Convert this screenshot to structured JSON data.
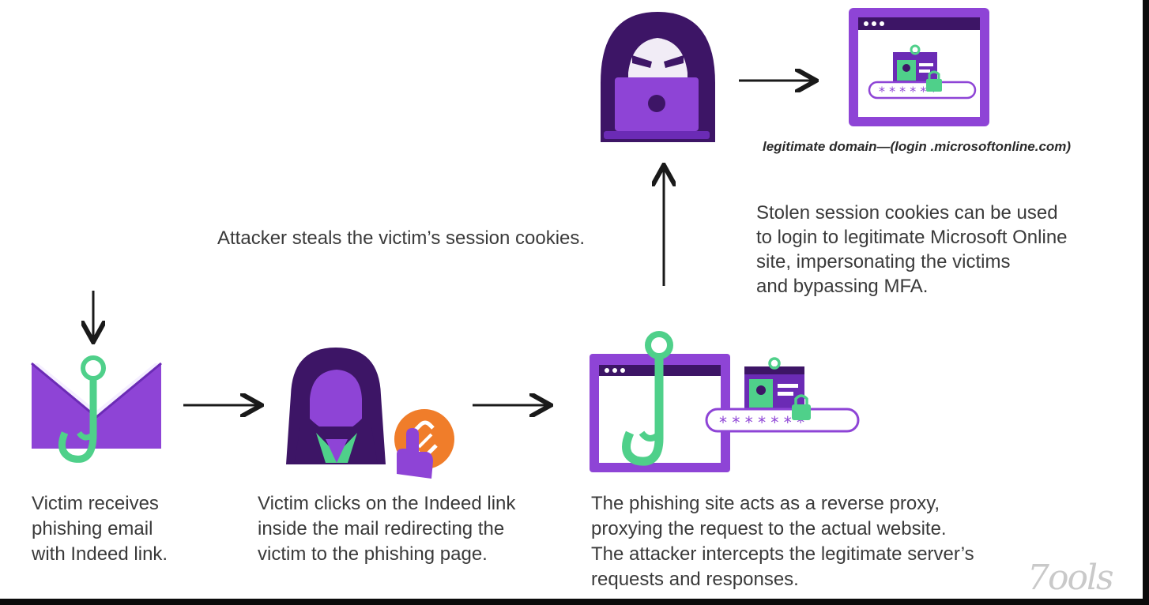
{
  "labels": {
    "legit_domain": "legitimate domain—(login .microsoftonline.com)",
    "steal_cookies": "Attacker steals the victim’s session cookies.",
    "stolen_cookies": [
      "Stolen session cookies can be used",
      "to login to legitimate Microsoft Online",
      "site, impersonating the victims",
      "and bypassing MFA."
    ],
    "step1": [
      "Victim receives",
      "phishing email",
      "with Indeed link."
    ],
    "step2": [
      "Victim clicks on the Indeed link",
      "inside the mail redirecting the",
      "victim to the phishing page."
    ],
    "step3": [
      "The phishing site acts as a reverse proxy,",
      "proxying the request to the actual website.",
      "The attacker intercepts the legitimate server’s",
      "requests and responses."
    ],
    "password_mask": "* * * * * * *",
    "watermark": "7ools"
  },
  "icons": {
    "attacker": "hooded-hacker-laptop-icon",
    "legit_site": "browser-login-icon",
    "email": "envelope-hook-icon",
    "victim": "woman-avatar-icon",
    "click": "hand-click-link-icon",
    "phishing_site": "browser-hook-icon",
    "login_card": "id-card-lock-icon"
  },
  "colors": {
    "purple": "#6b2bb5",
    "purple_light": "#8e44d6",
    "dark_purple": "#3d1566",
    "green": "#4fd08a",
    "orange": "#f07d2a",
    "arrow": "#1a1a1a"
  }
}
